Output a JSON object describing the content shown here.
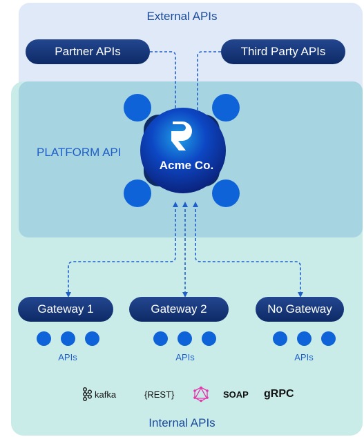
{
  "zones": {
    "external_title": "External APIs",
    "platform_label": "PLATFORM API",
    "internal_title": "Internal APIs"
  },
  "external": {
    "partner": "Partner APIs",
    "third_party": "Third Party APIs"
  },
  "center": {
    "title": "Acme Co.",
    "logo_icon": "rounded-r-logo-icon"
  },
  "gateways": [
    {
      "label": "Gateway 1",
      "apis_label": "APIs",
      "api_count": 3
    },
    {
      "label": "Gateway 2",
      "apis_label": "APIs",
      "api_count": 3
    },
    {
      "label": "No Gateway",
      "apis_label": "APIs",
      "api_count": 3
    }
  ],
  "protocols": {
    "kafka": "kafka",
    "rest": "{REST}",
    "graphql_icon": "graphql-icon",
    "soap": "SOAP",
    "grpc": "gRPC"
  },
  "colors": {
    "pill_dark": "#0d2a66",
    "dot_blue": "#0f63d8",
    "external_bg": "#dfe9f7",
    "platform_bg": "#a7d4e1",
    "internal_bg": "#c9ece9",
    "graphql_pink": "#e535ab"
  }
}
